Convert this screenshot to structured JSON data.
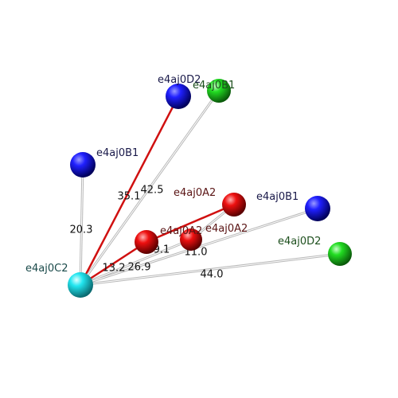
{
  "colors": {
    "background": "#ffffff",
    "bond_gray": "#b8b8b8",
    "bond_red": "#d01010",
    "label_blue": "#1a1a4a",
    "label_green": "#1d4f1d",
    "label_red": "#5a1414",
    "label_cyan": "#1a4a4a",
    "distance_text": "#111111"
  },
  "atoms": [
    {
      "id": "c2",
      "label": "e4aj0C2",
      "kind": "cyan"
    },
    {
      "id": "b1a",
      "label": "e4aj0B1",
      "kind": "blue"
    },
    {
      "id": "d2a",
      "label": "e4aj0D2",
      "kind": "blue"
    },
    {
      "id": "b1b",
      "label": "e4aj0B1",
      "kind": "green"
    },
    {
      "id": "a2a",
      "label": "e4aj0A2",
      "kind": "red"
    },
    {
      "id": "a2b",
      "label": "e4aj0A2",
      "kind": "red"
    },
    {
      "id": "a2c",
      "label": "e4aj0A2",
      "kind": "red"
    },
    {
      "id": "b1c",
      "label": "e4aj0B1",
      "kind": "blue"
    },
    {
      "id": "d2b",
      "label": "e4aj0D2",
      "kind": "green"
    }
  ],
  "bonds": [
    {
      "from": "c2",
      "to": "b1a",
      "style": "gray",
      "distance": "20.3"
    },
    {
      "from": "c2",
      "to": "d2a",
      "style": "red",
      "distance": "35.1"
    },
    {
      "from": "c2",
      "to": "b1b",
      "style": "gray",
      "distance": "42.5"
    },
    {
      "from": "c2",
      "to": "a2a",
      "style": "red",
      "distance": "13.2"
    },
    {
      "from": "c2",
      "to": "a2b",
      "style": "gray",
      "distance": "26.9"
    },
    {
      "from": "c2",
      "to": "b1c",
      "style": "gray",
      "distance": ""
    },
    {
      "from": "c2",
      "to": "d2b",
      "style": "gray",
      "distance": "44.0"
    },
    {
      "from": "a2a",
      "to": "a2c",
      "style": "red",
      "distance": "9.1"
    },
    {
      "from": "a2b",
      "to": "a2c",
      "style": "gray",
      "distance": "11.0"
    }
  ]
}
